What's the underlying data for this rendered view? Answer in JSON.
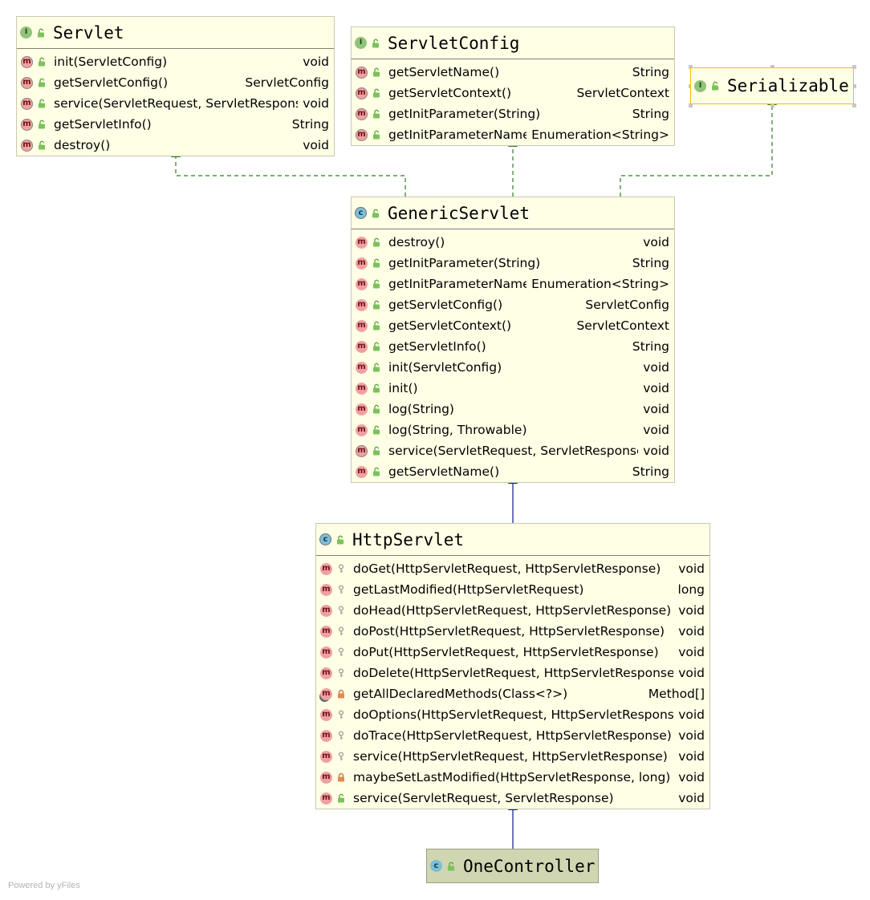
{
  "footer": "Powered by yFiles",
  "colors": {
    "node_fill": "#ffffe6",
    "selected_node_fill": "#d0d5b2",
    "realization_edge": "#2e7d1f",
    "inheritance_edge": "#0a1a8a"
  },
  "nodes": {
    "servlet": {
      "kind": "interface",
      "title": "Servlet",
      "members": [
        {
          "icon": "abstract-method-icon",
          "visibility": "public",
          "name": "init(ServletConfig)",
          "type": "void"
        },
        {
          "icon": "abstract-method-icon",
          "visibility": "public",
          "name": "getServletConfig()",
          "type": "ServletConfig"
        },
        {
          "icon": "abstract-method-icon",
          "visibility": "public",
          "name": "service(ServletRequest, ServletResponse)",
          "type": "void"
        },
        {
          "icon": "abstract-method-icon",
          "visibility": "public",
          "name": "getServletInfo()",
          "type": "String"
        },
        {
          "icon": "abstract-method-icon",
          "visibility": "public",
          "name": "destroy()",
          "type": "void"
        }
      ]
    },
    "servlet_config": {
      "kind": "interface",
      "title": "ServletConfig",
      "members": [
        {
          "icon": "abstract-method-icon",
          "visibility": "public",
          "name": "getServletName()",
          "type": "String"
        },
        {
          "icon": "abstract-method-icon",
          "visibility": "public",
          "name": "getServletContext()",
          "type": "ServletContext"
        },
        {
          "icon": "abstract-method-icon",
          "visibility": "public",
          "name": "getInitParameter(String)",
          "type": "String"
        },
        {
          "icon": "abstract-method-icon",
          "visibility": "public",
          "name": "getInitParameterNames()",
          "type": "Enumeration<String>"
        }
      ]
    },
    "serializable": {
      "kind": "interface",
      "title": "Serializable",
      "members": []
    },
    "generic_servlet": {
      "kind": "abstract-class",
      "title": "GenericServlet",
      "members": [
        {
          "icon": "method-icon",
          "visibility": "public",
          "name": "destroy()",
          "type": "void"
        },
        {
          "icon": "method-icon",
          "visibility": "public",
          "name": "getInitParameter(String)",
          "type": "String"
        },
        {
          "icon": "method-icon",
          "visibility": "public",
          "name": "getInitParameterNames()",
          "type": "Enumeration<String>"
        },
        {
          "icon": "method-icon",
          "visibility": "public",
          "name": "getServletConfig()",
          "type": "ServletConfig"
        },
        {
          "icon": "method-icon",
          "visibility": "public",
          "name": "getServletContext()",
          "type": "ServletContext"
        },
        {
          "icon": "method-icon",
          "visibility": "public",
          "name": "getServletInfo()",
          "type": "String"
        },
        {
          "icon": "method-icon",
          "visibility": "public",
          "name": "init(ServletConfig)",
          "type": "void"
        },
        {
          "icon": "method-icon",
          "visibility": "public",
          "name": "init()",
          "type": "void"
        },
        {
          "icon": "method-icon",
          "visibility": "public",
          "name": "log(String)",
          "type": "void"
        },
        {
          "icon": "method-icon",
          "visibility": "public",
          "name": "log(String, Throwable)",
          "type": "void"
        },
        {
          "icon": "abstract-method-icon",
          "visibility": "public",
          "name": "service(ServletRequest, ServletResponse)",
          "type": "void"
        },
        {
          "icon": "method-icon",
          "visibility": "public",
          "name": "getServletName()",
          "type": "String"
        }
      ]
    },
    "http_servlet": {
      "kind": "abstract-class",
      "title": "HttpServlet",
      "members": [
        {
          "icon": "method-icon",
          "visibility": "protected",
          "name": "doGet(HttpServletRequest, HttpServletResponse)",
          "type": "void"
        },
        {
          "icon": "method-icon",
          "visibility": "protected",
          "name": "getLastModified(HttpServletRequest)",
          "type": "long"
        },
        {
          "icon": "method-icon",
          "visibility": "protected",
          "name": "doHead(HttpServletRequest, HttpServletResponse)",
          "type": "void"
        },
        {
          "icon": "method-icon",
          "visibility": "protected",
          "name": "doPost(HttpServletRequest, HttpServletResponse)",
          "type": "void"
        },
        {
          "icon": "method-icon",
          "visibility": "protected",
          "name": "doPut(HttpServletRequest, HttpServletResponse)",
          "type": "void"
        },
        {
          "icon": "method-icon",
          "visibility": "protected",
          "name": "doDelete(HttpServletRequest, HttpServletResponse)",
          "type": "void"
        },
        {
          "icon": "static-method-icon",
          "visibility": "private",
          "name": "getAllDeclaredMethods(Class<?>)",
          "type": "Method[]"
        },
        {
          "icon": "method-icon",
          "visibility": "protected",
          "name": "doOptions(HttpServletRequest, HttpServletResponse)",
          "type": "void"
        },
        {
          "icon": "method-icon",
          "visibility": "protected",
          "name": "doTrace(HttpServletRequest, HttpServletResponse)",
          "type": "void"
        },
        {
          "icon": "method-icon",
          "visibility": "protected",
          "name": "service(HttpServletRequest, HttpServletResponse)",
          "type": "void"
        },
        {
          "icon": "method-icon",
          "visibility": "private",
          "name": "maybeSetLastModified(HttpServletResponse, long)",
          "type": "void"
        },
        {
          "icon": "method-icon",
          "visibility": "public",
          "name": "service(ServletRequest, ServletResponse)",
          "type": "void"
        }
      ]
    },
    "one_controller": {
      "kind": "class",
      "title": "OneController",
      "members": []
    }
  },
  "edges": [
    {
      "from": "generic_servlet",
      "to": "servlet",
      "relation": "implements"
    },
    {
      "from": "generic_servlet",
      "to": "servlet_config",
      "relation": "implements"
    },
    {
      "from": "generic_servlet",
      "to": "serializable",
      "relation": "implements"
    },
    {
      "from": "http_servlet",
      "to": "generic_servlet",
      "relation": "extends"
    },
    {
      "from": "one_controller",
      "to": "http_servlet",
      "relation": "extends"
    }
  ]
}
